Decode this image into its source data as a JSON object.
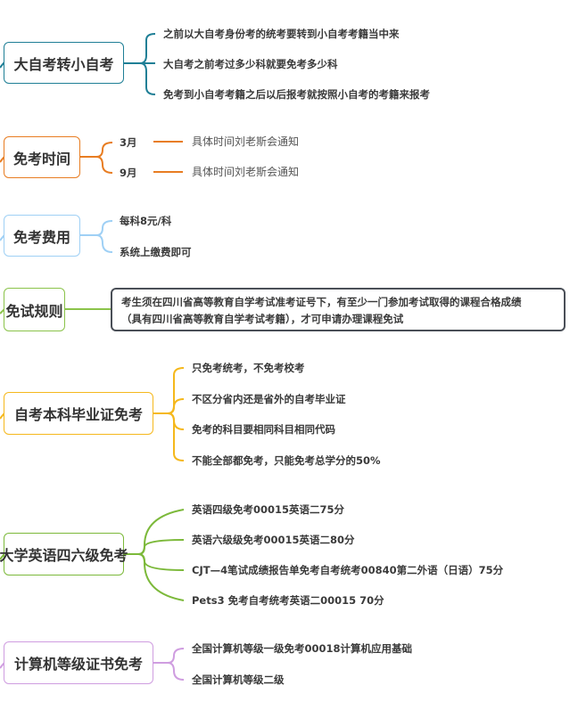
{
  "colors": {
    "teal": "#1f7f96",
    "orange": "#e87d22",
    "light_blue": "#9fd0f5",
    "green_rules": "#8bc34a",
    "yellow": "#f5b81c",
    "green_english": "#7cb93a",
    "purple": "#cf9de0",
    "note_border": "#4a4f57",
    "text": "#333333"
  },
  "branches": [
    {
      "title": "大自考转小自考",
      "children": [
        "之前以大自考身份考的统考要转到小自考考籍当中来",
        "大自考之前考过多少科就要免考多少科",
        "免考到小自考考籍之后以后报考就按照小自考的考籍来报考"
      ]
    },
    {
      "title": "免考时间",
      "children": [
        {
          "label": "3月",
          "detail": "具体时间刘老斯会通知"
        },
        {
          "label": "9月",
          "detail": "具体时间刘老斯会通知"
        }
      ]
    },
    {
      "title": "免考费用",
      "children": [
        "每科8元/科",
        "系统上缴费即可"
      ]
    },
    {
      "title": "免试规则",
      "note_lines": [
        "考生须在四川省高等教育自学考试准考证号下，有至少一门参加考试取得的课程合格成绩",
        "（具有四川省高等教育自学考试考籍），才可申请办理课程免试"
      ]
    },
    {
      "title": "自考本科毕业证免考",
      "children": [
        "只免考统考，不免考校考",
        "不区分省内还是省外的自考毕业证",
        "免考的科目要相同科目相同代码",
        "不能全部都免考，只能免考总学分的50%"
      ]
    },
    {
      "title": "大学英语四六级免考",
      "children": [
        "英语四级免考00015英语二75分",
        "英语六级级免考00015英语二80分",
        "CJT—4笔试成绩报告单免考自考统考00840第二外语（日语）75分",
        "Pets3 免考自考统考英语二00015 70分"
      ]
    },
    {
      "title": "计算机等级证书免考",
      "children": [
        "全国计算机等级一级免考00018计算机应用基础",
        "全国计算机等级二级"
      ]
    }
  ]
}
